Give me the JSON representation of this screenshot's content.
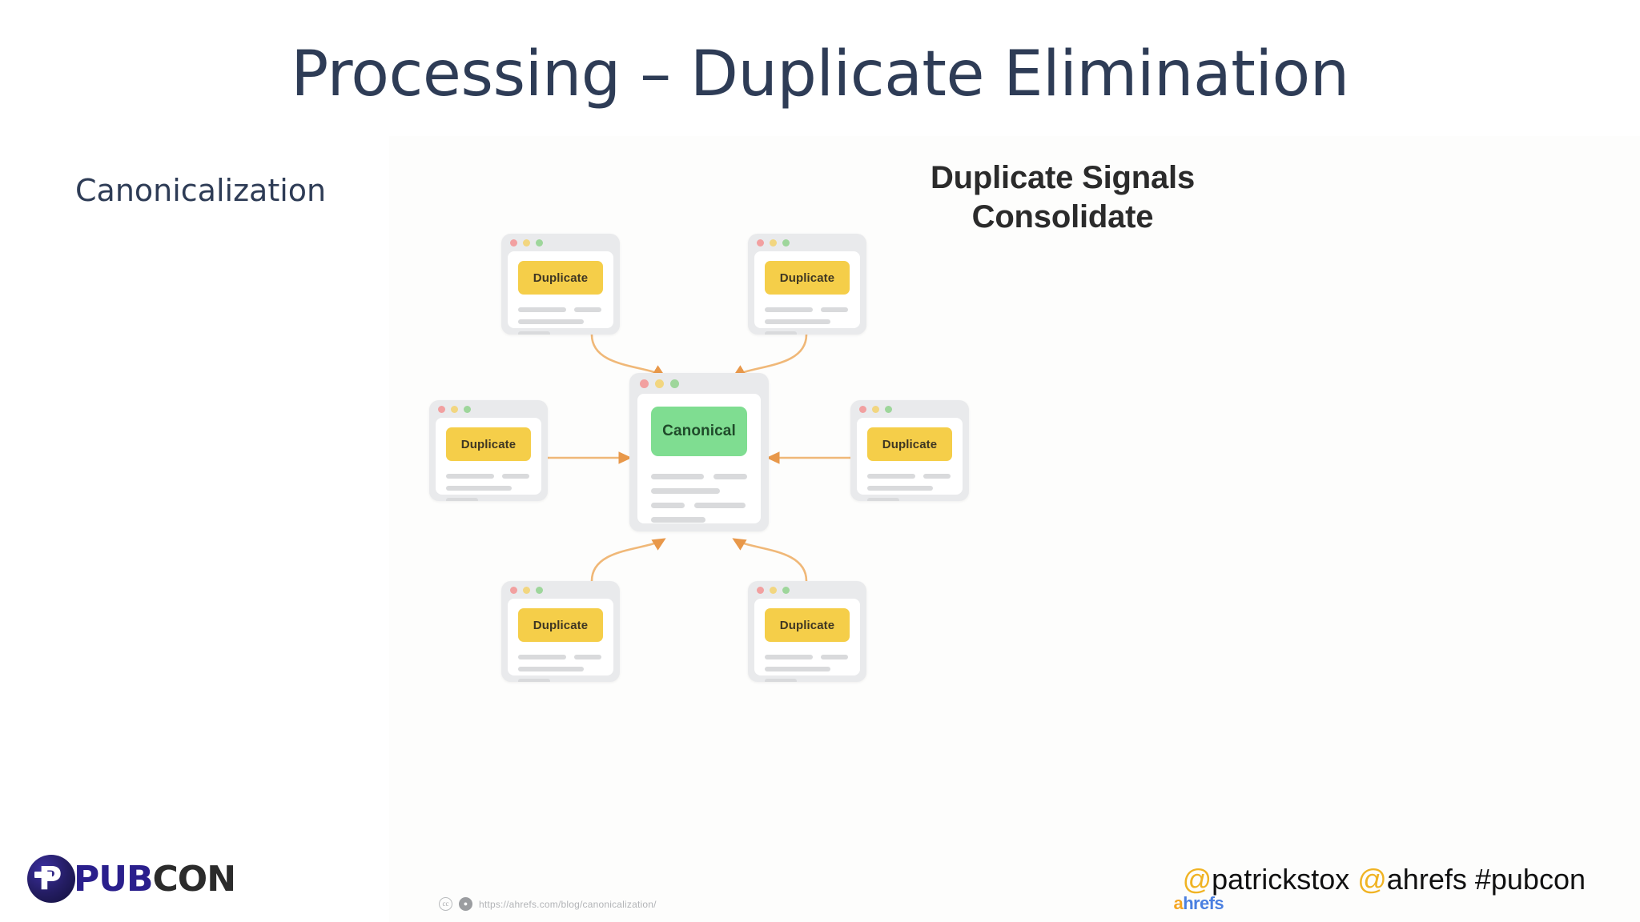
{
  "slide": {
    "title": "Processing – Duplicate Elimination",
    "subtitle": "Canonicalization",
    "title_color": "#2e3c56",
    "background": "#ffffff"
  },
  "diagram": {
    "heading_line1": "Duplicate Signals",
    "heading_line2": "Consolidate",
    "heading_color": "#2b2b2b",
    "arrow_color": "#efa960",
    "source_url": "https://ahrefs.com/blog/canonicalization/",
    "license_icons": [
      "creative-commons-icon",
      "attribution-icon"
    ],
    "brand": {
      "prefix": "a",
      "suffix": "hrefs",
      "prefix_color": "#f5a623",
      "suffix_color": "#4a7fe0"
    },
    "cards": [
      {
        "id": "top-left",
        "label": "Duplicate",
        "kind": "duplicate",
        "badge_color": "#f5ce49"
      },
      {
        "id": "top-right",
        "label": "Duplicate",
        "kind": "duplicate",
        "badge_color": "#f5ce49"
      },
      {
        "id": "mid-left",
        "label": "Duplicate",
        "kind": "duplicate",
        "badge_color": "#f5ce49"
      },
      {
        "id": "center",
        "label": "Canonical",
        "kind": "canonical",
        "badge_color": "#7fdd91"
      },
      {
        "id": "mid-right",
        "label": "Duplicate",
        "kind": "duplicate",
        "badge_color": "#f5ce49"
      },
      {
        "id": "bottom-left",
        "label": "Duplicate",
        "kind": "duplicate",
        "badge_color": "#f5ce49"
      },
      {
        "id": "bottom-right",
        "label": "Duplicate",
        "kind": "duplicate",
        "badge_color": "#f5ce49"
      }
    ],
    "window_dots": [
      "close-red",
      "minimize-yellow",
      "maximize-green"
    ]
  },
  "footer": {
    "logo_pub": "PUB",
    "logo_con": "CON",
    "logo_glyph": "P",
    "handle_speaker": "patrickstox",
    "handle_brand": "ahrefs",
    "hashtag": "#pubcon",
    "at_symbol": "@",
    "at_color": "#f0b323"
  }
}
